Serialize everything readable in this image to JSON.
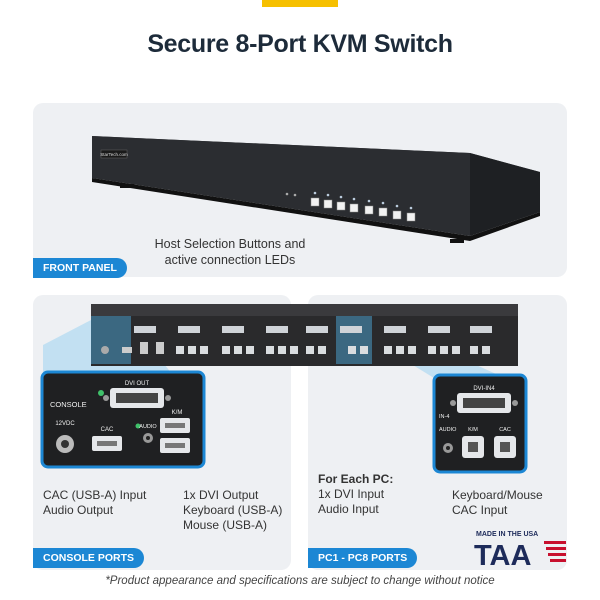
{
  "title": "Secure 8-Port KVM Switch",
  "device": {
    "brand": "StarTech.com"
  },
  "front_panel": {
    "tag": "FRONT PANEL",
    "caption_line1": "Host Selection Buttons and",
    "caption_line2": "active connection LEDs"
  },
  "console": {
    "tag": "CONSOLE PORTS",
    "zoom": {
      "console": "CONSOLE",
      "dvi_out": "DVI OUT",
      "km": "K/M",
      "v12": "12VDC",
      "cac": "CAC",
      "audio": "AUDIO"
    },
    "col1_line1": "CAC (USB-A) Input",
    "col1_line2": "Audio Output",
    "col2_line1": "1x DVI Output",
    "col2_line2": "Keyboard (USB-A)",
    "col2_line3": "Mouse (USB-A)"
  },
  "pc": {
    "tag": "PC1 - PC8 PORTS",
    "zoom": {
      "dvi_in": "DVI-IN4",
      "in4": "IN-4",
      "audio": "AUDIO",
      "km": "K/M",
      "cac": "CAC"
    },
    "heading": "For Each PC:",
    "col1_line1": "1x DVI Input",
    "col1_line2": "Audio Input",
    "col2_line1": "Keyboard/Mouse",
    "col2_line2": "CAC Input"
  },
  "taa": {
    "made_in": "MADE IN THE USA",
    "mark": "TAA"
  },
  "disclaimer": "*Product appearance and specifications are subject to change without notice",
  "colors": {
    "accent": "#1c87d4",
    "yellow": "#f6c000",
    "navy": "#1d2b3a",
    "panel": "#eef0f3"
  }
}
